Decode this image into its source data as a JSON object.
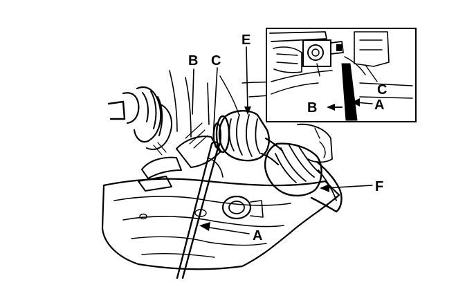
{
  "callouts": {
    "main_B": "B",
    "main_C": "C",
    "main_E": "E",
    "main_F": "F",
    "main_A": "A",
    "inset_C": "C",
    "inset_B": "B",
    "inset_A": "A"
  },
  "colors": {
    "ink": "#000000",
    "paper": "#ffffff"
  }
}
